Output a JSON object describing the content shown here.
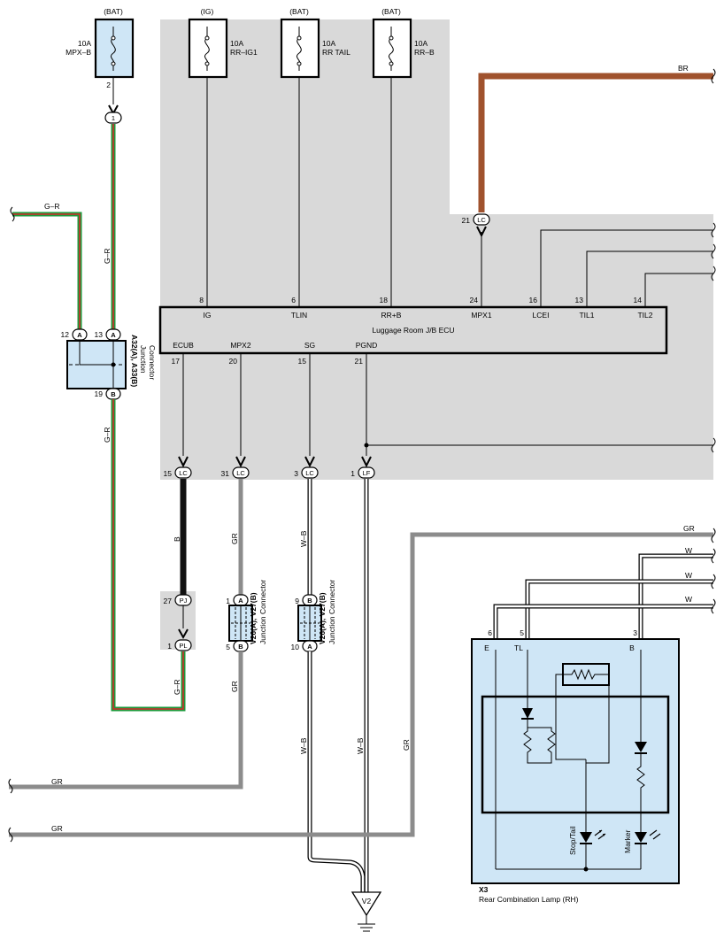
{
  "fuses": {
    "mpxb": {
      "source": "(BAT)",
      "rating": "10A",
      "name": "MPX–B",
      "pin": "2"
    },
    "rrig1": {
      "source": "(IG)",
      "rating": "10A",
      "name": "RR–IG1"
    },
    "rrtail": {
      "source": "(BAT)",
      "rating": "10A",
      "name": "RR TAIL"
    },
    "rrb": {
      "source": "(BAT)",
      "rating": "10A",
      "name": "RR–B"
    }
  },
  "ecu": {
    "name": "Luggage Room J/B ECU",
    "top_pins": [
      {
        "num": "8",
        "label": "IG"
      },
      {
        "num": "6",
        "label": "TLIN"
      },
      {
        "num": "18",
        "label": "RR+B"
      },
      {
        "num": "24",
        "label": "MPX1"
      },
      {
        "num": "16",
        "label": "LCEI"
      },
      {
        "num": "13",
        "label": "TIL1"
      },
      {
        "num": "14",
        "label": "TIL2"
      }
    ],
    "bottom_pins": [
      {
        "num": "17",
        "label": "ECUB"
      },
      {
        "num": "20",
        "label": "MPX2"
      },
      {
        "num": "15",
        "label": "SG"
      },
      {
        "num": "21",
        "label": "PGND"
      }
    ]
  },
  "connectors": {
    "c1": "1",
    "lc21": {
      "num": "21",
      "id": "LC"
    },
    "lc15": {
      "num": "15",
      "id": "LC"
    },
    "lc31": {
      "num": "31",
      "id": "LC"
    },
    "lc3": {
      "num": "3",
      "id": "LC"
    },
    "lf1": {
      "num": "1",
      "id": "LF"
    },
    "pj27": {
      "num": "27",
      "id": "PJ"
    },
    "pl1": {
      "num": "1",
      "id": "PL"
    }
  },
  "junction_a32": {
    "name": "A32(A), A33(B)",
    "desc1": "Junction",
    "desc2": "Connector",
    "pin12": "12",
    "pin12_id": "A",
    "pin13": "13",
    "pin13_id": "A",
    "pin19": "19",
    "pin19_id": "B"
  },
  "junction_v26_1": {
    "name": "V26(A), V27(B)",
    "desc": "Junction Connector",
    "pin_top": "1",
    "pin_top_id": "A",
    "pin_bot": "5",
    "pin_bot_id": "B"
  },
  "junction_v26_2": {
    "name": "V26(A), V27(B)",
    "desc": "Junction Connector",
    "pin_top": "9",
    "pin_top_id": "B",
    "pin_bot": "10",
    "pin_bot_id": "A"
  },
  "wire_colors": {
    "br": "BR",
    "gr_top": "G–R",
    "gr_wire1": "G–R",
    "gr_wire2": "G–R",
    "gr_wire3": "G–R",
    "b": "B",
    "gr_v1": "GR",
    "gr_v2": "GR",
    "wb_1": "W–B",
    "wb_2": "W–B",
    "wb_3": "W–B",
    "gr_lamp": "GR",
    "w1": "W",
    "w2": "W",
    "w3": "W",
    "gr_bot1": "GR",
    "gr_bot2": "GR",
    "gr_vert": "GR"
  },
  "lamp": {
    "code": "X3",
    "name": "Rear Combination Lamp (RH)",
    "pins": [
      {
        "num": "6",
        "label": "E"
      },
      {
        "num": "5",
        "label": "TL"
      },
      {
        "num": "3",
        "label": "B"
      }
    ],
    "stop_tail": "Stop/Tail",
    "marker": "Marker"
  },
  "ground": "V2",
  "colors": {
    "shade": "#d9d9d9",
    "br_wire": "#a0522d",
    "green": "#1e9a3c",
    "red": "#d22b2b",
    "gray_wire": "#8c8c8c",
    "fuse_fill": "#cfe6f6",
    "lamp_fill": "#cfe6f6"
  }
}
